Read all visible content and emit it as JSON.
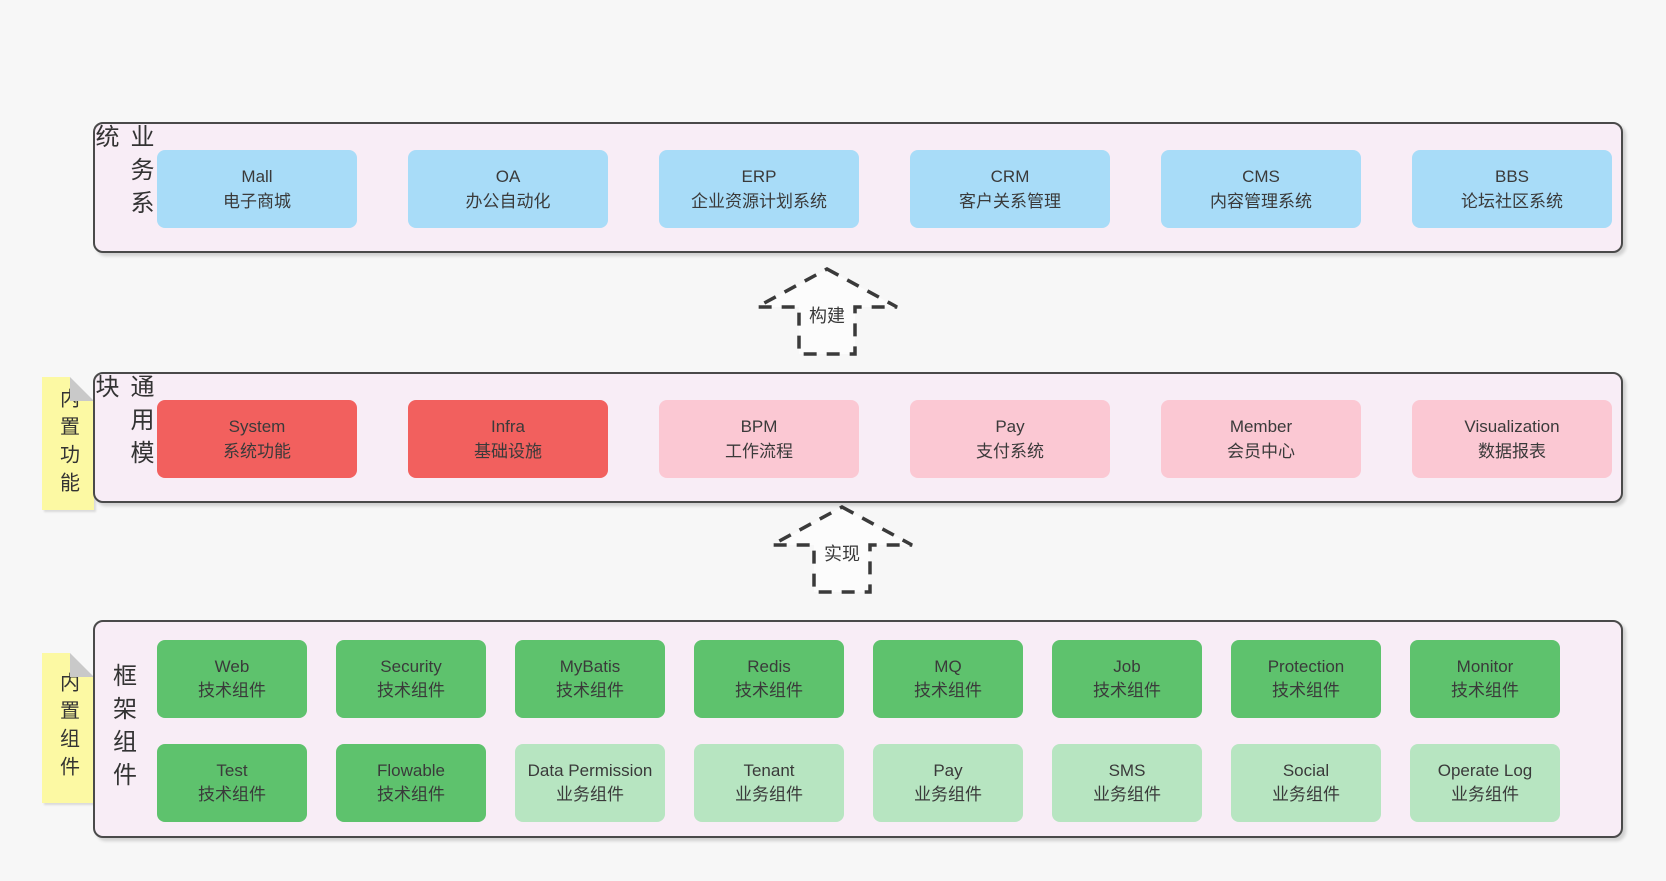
{
  "colors": {
    "band-bg": "#f8edf6",
    "blue": "#a8dcf8",
    "red": "#f2605e",
    "pink": "#fbc8d3",
    "green": "#5ec26d",
    "green-light": "#b7e5c1",
    "yellow": "#fcf9a3"
  },
  "band1": {
    "label": "业务系统",
    "boxes": [
      {
        "title": "Mall",
        "subtitle": "电子商城"
      },
      {
        "title": "OA",
        "subtitle": "办公自动化"
      },
      {
        "title": "ERP",
        "subtitle": "企业资源计划系统"
      },
      {
        "title": "CRM",
        "subtitle": "客户关系管理"
      },
      {
        "title": "CMS",
        "subtitle": "内容管理系统"
      },
      {
        "title": "BBS",
        "subtitle": "论坛社区系统"
      }
    ]
  },
  "band2": {
    "label": "通用模块",
    "note": "内置功能",
    "boxes": [
      {
        "title": "System",
        "subtitle": "系统功能"
      },
      {
        "title": "Infra",
        "subtitle": "基础设施"
      },
      {
        "title": "BPM",
        "subtitle": "工作流程"
      },
      {
        "title": "Pay",
        "subtitle": "支付系统"
      },
      {
        "title": "Member",
        "subtitle": "会员中心"
      },
      {
        "title": "Visualization",
        "subtitle": "数据报表"
      }
    ]
  },
  "band3": {
    "label": "框架组件",
    "note": "内置组件",
    "row1": [
      {
        "title": "Web",
        "subtitle": "技术组件"
      },
      {
        "title": "Security",
        "subtitle": "技术组件"
      },
      {
        "title": "MyBatis",
        "subtitle": "技术组件"
      },
      {
        "title": "Redis",
        "subtitle": "技术组件"
      },
      {
        "title": "MQ",
        "subtitle": "技术组件"
      },
      {
        "title": "Job",
        "subtitle": "技术组件"
      },
      {
        "title": "Protection",
        "subtitle": "技术组件"
      },
      {
        "title": "Monitor",
        "subtitle": "技术组件"
      }
    ],
    "row2": [
      {
        "title": "Test",
        "subtitle": "技术组件"
      },
      {
        "title": "Flowable",
        "subtitle": "技术组件"
      },
      {
        "title": "Data Permission",
        "subtitle": "业务组件"
      },
      {
        "title": "Tenant",
        "subtitle": "业务组件"
      },
      {
        "title": "Pay",
        "subtitle": "业务组件"
      },
      {
        "title": "SMS",
        "subtitle": "业务组件"
      },
      {
        "title": "Social",
        "subtitle": "业务组件"
      },
      {
        "title": "Operate Log",
        "subtitle": "业务组件"
      }
    ]
  },
  "arrows": {
    "build": "构建",
    "implement": "实现"
  }
}
